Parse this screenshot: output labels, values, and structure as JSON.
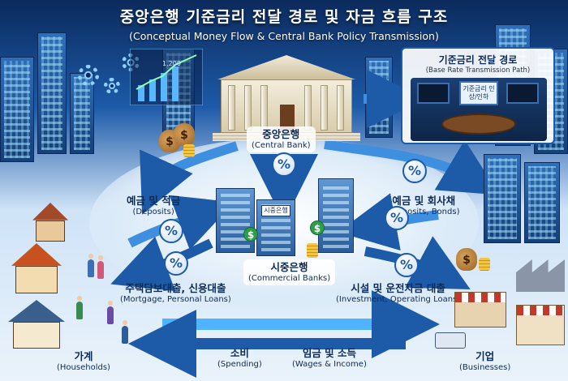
{
  "title": {
    "ko": "중앙은행 기준금리 전달 경로 및 자금 흐름 구조",
    "en": "(Conceptual Money Flow & Central Bank Policy Transmission)"
  },
  "central_bank": {
    "ko": "중앙은행",
    "en": "(Central Bank)"
  },
  "transmission_panel": {
    "title": "기준금리 전달 경로",
    "subtitle": "(Base Rate Transmission Path)",
    "screen_text": "기준금리 인상/인하"
  },
  "commercial_banks": {
    "ko": "시중은행",
    "en": "(Commercial Banks)",
    "sign": "시중은행"
  },
  "households": {
    "ko": "가계",
    "en": "(Households)"
  },
  "businesses": {
    "ko": "기업",
    "en": "(Businesses)"
  },
  "flows": {
    "deposits": {
      "ko": "예금 및 적금",
      "en": "(Deposits)"
    },
    "mortgage": {
      "ko": "주택담보대출, 신용대출",
      "en": "(Mortgage, Personal Loans)"
    },
    "deposits_bonds": {
      "ko": "예금 및 회사채",
      "en": "(Deposits, Bonds)"
    },
    "investment": {
      "ko": "시설 및 운전자금 대출",
      "en": "(Investment, Operating Loans)"
    },
    "spending": {
      "ko": "소비",
      "en": "(Spending)"
    },
    "wages": {
      "ko": "임금 및 소득",
      "en": "(Wages & Income)"
    }
  },
  "badge_symbol": "%",
  "dollar_symbol": "$",
  "ticker_text": "1,200",
  "colors": {
    "arrow_blue": "#1d5aa8",
    "arrow_light": "#4fb3ff",
    "sky_dark": "#0b2a5c"
  }
}
